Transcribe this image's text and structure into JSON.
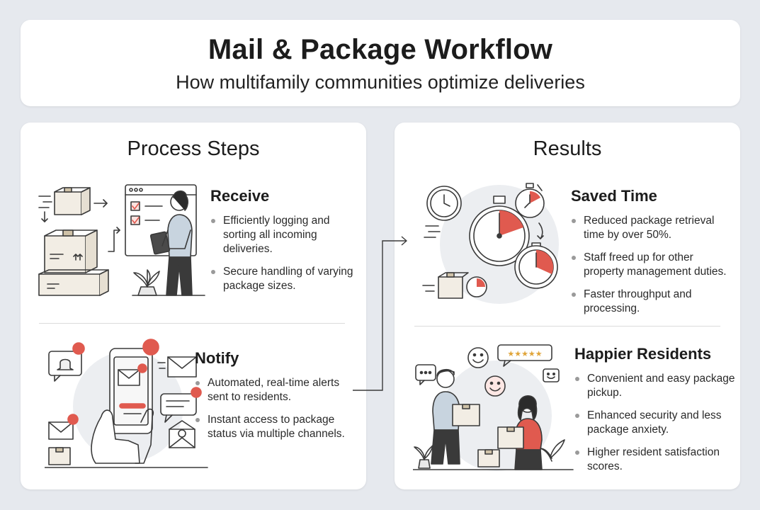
{
  "header": {
    "title": "Mail & Package Workflow",
    "subtitle": "How multifamily communities optimize deliveries"
  },
  "process": {
    "title": "Process Steps",
    "steps": [
      {
        "title": "Receive",
        "bullets": [
          "Efficiently logging and sorting all incoming deliveries.",
          "Secure handling of varying package sizes."
        ],
        "icon": "package-receiving-illustration"
      },
      {
        "title": "Notify",
        "bullets": [
          "Automated, real-time alerts sent to residents.",
          "Instant access to package status via multiple channels."
        ],
        "icon": "phone-notification-illustration"
      }
    ]
  },
  "results": {
    "title": "Results",
    "items": [
      {
        "title": "Saved Time",
        "bullets": [
          "Reduced package retrieval time by over 50%.",
          "Staff freed up for other property management duties.",
          "Faster throughput and processing."
        ],
        "icon": "stopwatch-illustration"
      },
      {
        "title": "Happier Residents",
        "bullets": [
          "Convenient and easy package pickup.",
          "Enhanced security and less package anxiety.",
          "Higher resident satisfaction scores."
        ],
        "icon": "happy-residents-illustration"
      }
    ]
  },
  "colors": {
    "accent": "#e05a4f",
    "stroke": "#3a3a3a",
    "background": "#e6e9ee",
    "card": "#ffffff"
  }
}
